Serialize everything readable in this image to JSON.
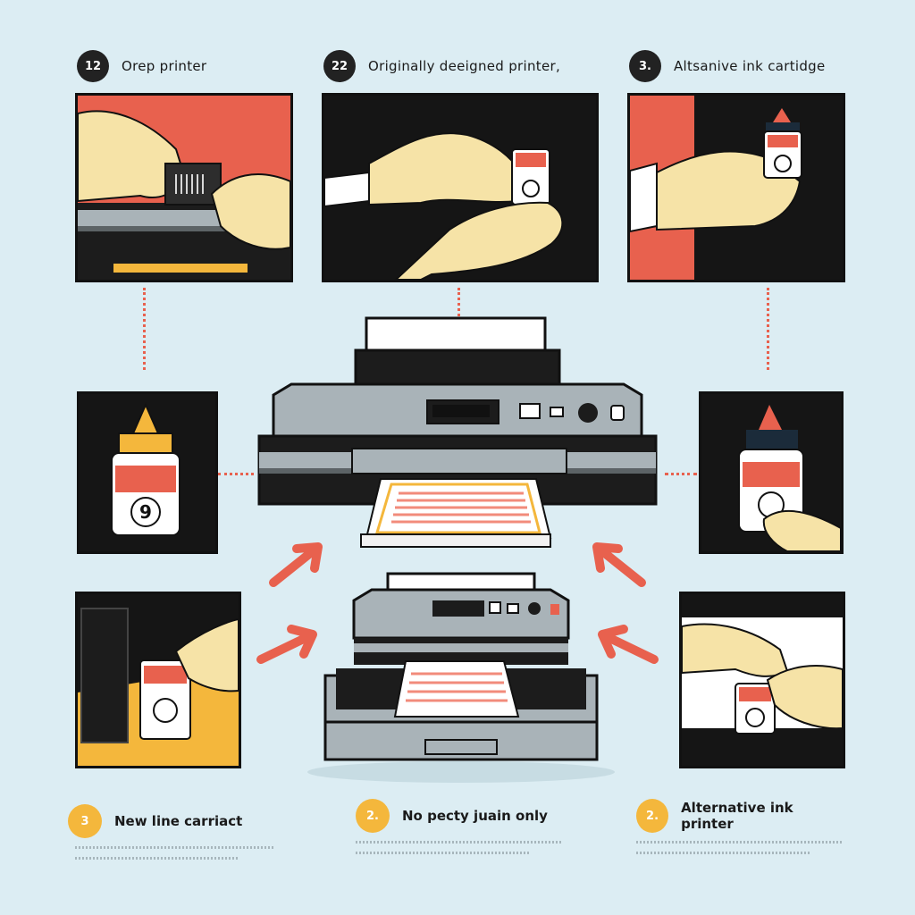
{
  "steps_top": [
    {
      "number": "12",
      "label": "Orep printer"
    },
    {
      "number": "22",
      "label": "Originally deeigned printer,"
    },
    {
      "number": "3.",
      "label": "Altsanive ink cartidge"
    }
  ],
  "steps_bottom": [
    {
      "number": "3",
      "label": "New line carriact"
    },
    {
      "number": "2.",
      "label": "No pecty juain only"
    },
    {
      "number": "2.",
      "label": "Alternative ink printer"
    }
  ],
  "cartridge_digit": "9",
  "colors": {
    "background": "#dcedf3",
    "accent_red": "#e8614e",
    "accent_yellow": "#f4b73c",
    "dark": "#151515",
    "printer_gray": "#a9b3b8"
  }
}
